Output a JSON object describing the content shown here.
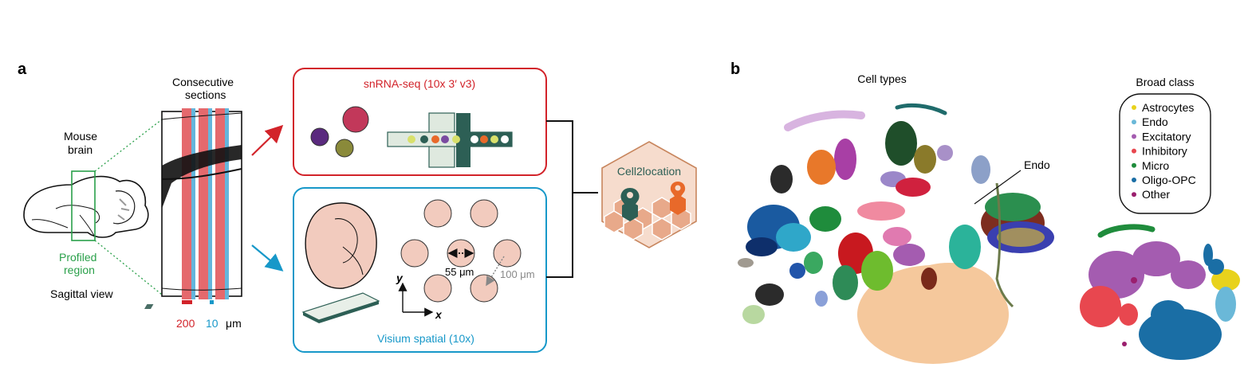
{
  "panel_a": {
    "label": "a",
    "brain_label_1": "Mouse",
    "brain_label_2": "brain",
    "profiled_1": "Profiled",
    "profiled_2": "region",
    "view_label": "Sagittal view",
    "sections_1": "Consecutive",
    "sections_2": "sections",
    "scale_200": "200",
    "scale_10": "10",
    "scale_unit": "μm",
    "snrna_title": "snRNA-seq (10x 3′ v3)",
    "visium_title": "Visium spatial (10x)",
    "spot_size": "55 μm",
    "spot_dist": "100 μm",
    "axis_y": "y",
    "axis_x": "x",
    "c2l_label": "Cell2location"
  },
  "panel_b": {
    "label": "b",
    "title_celltypes": "Cell types",
    "title_broad": "Broad class",
    "endo_annotation": "Endo",
    "legend": [
      {
        "label": "Astrocytes",
        "color": "#e8d21c"
      },
      {
        "label": "Endo",
        "color": "#6ab8d8"
      },
      {
        "label": "Excitatory",
        "color": "#a45cb0"
      },
      {
        "label": "Inhibitory",
        "color": "#e8474f"
      },
      {
        "label": "Micro",
        "color": "#1f8c3c"
      },
      {
        "label": "Oligo-OPC",
        "color": "#1a6ea5"
      },
      {
        "label": "Other",
        "color": "#9a1f6e"
      }
    ]
  },
  "colors": {
    "red": "#d2232a",
    "blue": "#1798c9",
    "green": "#2aa04a",
    "stripe_red": "#e5696d",
    "stripe_blue": "#64b6dc",
    "tissue": "#f2cbbe",
    "c2l_bg": "#f6dccd",
    "c2l_border": "#c8865e",
    "dark_green": "#2d5f55",
    "orange": "#e8692a",
    "oligo_cloud": "#f5c89c"
  }
}
